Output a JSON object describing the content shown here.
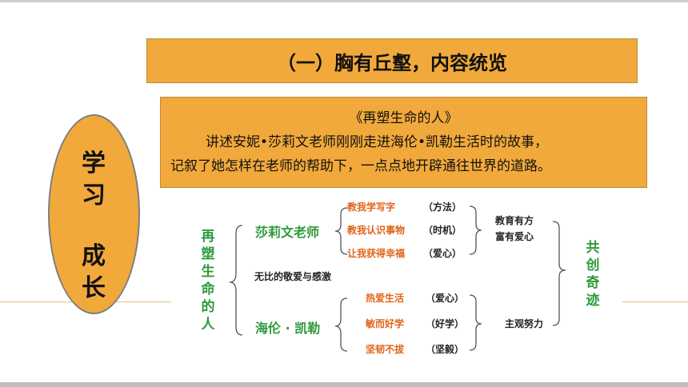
{
  "title": "（一）胸有丘壑，内容统览",
  "desc": {
    "line1": "《再塑生命的人》",
    "line2": "讲述安妮•莎莉文老师刚刚走进海伦•凯勒生活时的故事，",
    "line3": "记叙了她怎样在老师的帮助下，一点点地开辟通往世界的道路。"
  },
  "side": {
    "char1": "学",
    "char2": "习",
    "char3": "成",
    "char4": "长"
  },
  "diagram": {
    "root": [
      "再",
      "塑",
      "生",
      "命",
      "的",
      "人"
    ],
    "teacher": "莎莉文老师",
    "teacher_items": [
      {
        "text": "教我学写字",
        "note": "（方法）"
      },
      {
        "text": "教我认识事物",
        "note": "（时机）"
      },
      {
        "text": "让我获得幸福",
        "note": "（爱心）"
      }
    ],
    "teacher_summary1": "教育有方",
    "teacher_summary2": "富有爱心",
    "middle": "无比的敬爱与感激",
    "helen": "海伦 · 凯勒",
    "helen_items": [
      {
        "text": "热爱生活",
        "note": "（爱心）"
      },
      {
        "text": "敏而好学",
        "note": "（好学）"
      },
      {
        "text": "坚韧不拔",
        "note": "（坚毅）"
      }
    ],
    "helen_summary": "主观努力",
    "result": [
      "共",
      "创",
      "奇",
      "迹"
    ]
  }
}
